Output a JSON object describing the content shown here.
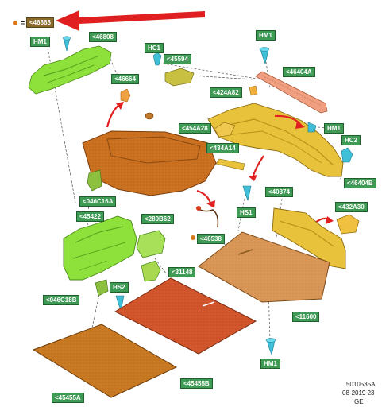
{
  "header": {
    "highlight_label": "<46668",
    "equals_sign": "="
  },
  "labels": {
    "hm1_top_left": "HM1",
    "p46808": "<46808",
    "hc1": "HC1",
    "p45594": "<45594",
    "hm1_top": "HM1",
    "p46404a": "<46404A",
    "p46664": "<46664",
    "p424a82": "<424A82",
    "p454a28": "<454A28",
    "hm1_right": "HM1",
    "p434a14": "<434A14",
    "hc2": "HC2",
    "p46404b": "<46404B",
    "p046c16a": "<046C16A",
    "p40374": "<40374",
    "hs1": "HS1",
    "p432a30": "<432A30",
    "p45422": "<45422",
    "p280b62": "<280B62",
    "p46538": "<46538",
    "p31148": "<31148",
    "hs2": "HS2",
    "p046c18b": "<046C18B",
    "p11600": "<11600",
    "hm1_bottom": "HM1",
    "p45455b": "<45455B",
    "p45455a": "<45455A"
  },
  "footer": {
    "line1": "5010535A",
    "line2": "08-2019 23",
    "line3": "GE"
  },
  "colors": {
    "arrow": "#e02020",
    "label_bg": "#3e9a55",
    "lime_part": "#8ee03a",
    "orange_part": "#d87a1a",
    "yellow_part": "#e8c23a",
    "salmon_part": "#f0a080",
    "mat_tan": "#d99555",
    "mat_red": "#d2542a",
    "clip_cyan": "#3fc0d8"
  }
}
